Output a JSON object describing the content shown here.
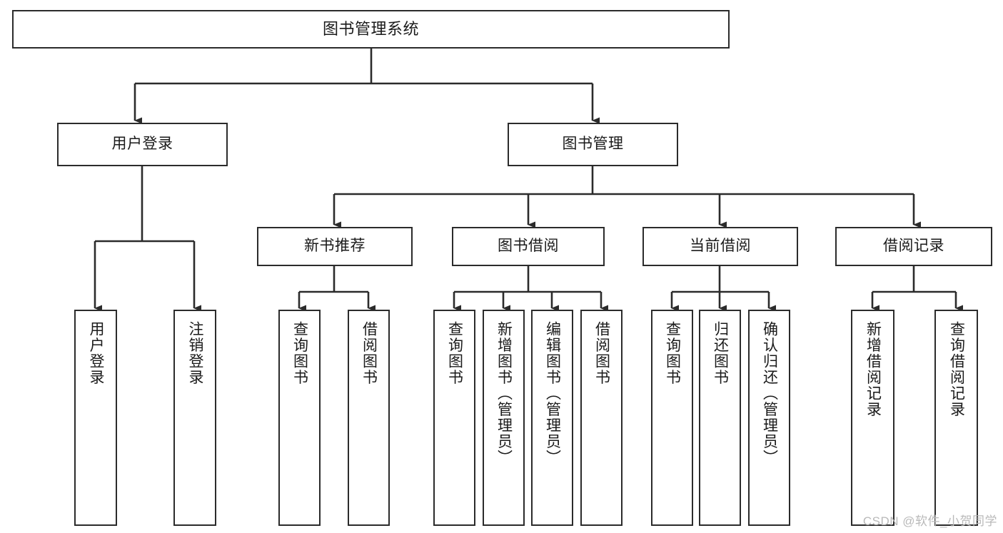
{
  "diagram": {
    "title": "图书管理系统",
    "type": "tree-hierarchy",
    "watermark": "CSDN @软件_小贺同学",
    "colors": {
      "box_border": "#2b2b2b",
      "box_fill": "#ffffff",
      "edge": "#2b2b2b",
      "background": "#ffffff",
      "watermark_text": "#b9b9b9"
    },
    "nodes": {
      "root": {
        "label": "图书管理系统"
      },
      "level2": [
        {
          "label": "用户登录"
        },
        {
          "label": "图书管理"
        }
      ],
      "level3": [
        {
          "label": "新书推荐"
        },
        {
          "label": "图书借阅"
        },
        {
          "label": "当前借阅"
        },
        {
          "label": "借阅记录"
        }
      ],
      "leaves": {
        "user_login": [
          {
            "label": "用户登录"
          },
          {
            "label": "注销登录"
          }
        ],
        "new_book_recommend": [
          {
            "label": "查询图书"
          },
          {
            "label": "借阅图书"
          }
        ],
        "book_borrow": [
          {
            "label": "查询图书"
          },
          {
            "label": "新增图书（管理员）"
          },
          {
            "label": "编辑图书（管理员）"
          },
          {
            "label": "借阅图书"
          }
        ],
        "current_borrow": [
          {
            "label": "查询图书"
          },
          {
            "label": "归还图书"
          },
          {
            "label": "确认归还（管理员）"
          }
        ],
        "borrow_record": [
          {
            "label": "新增借阅记录"
          },
          {
            "label": "查询借阅记录"
          }
        ]
      }
    }
  }
}
